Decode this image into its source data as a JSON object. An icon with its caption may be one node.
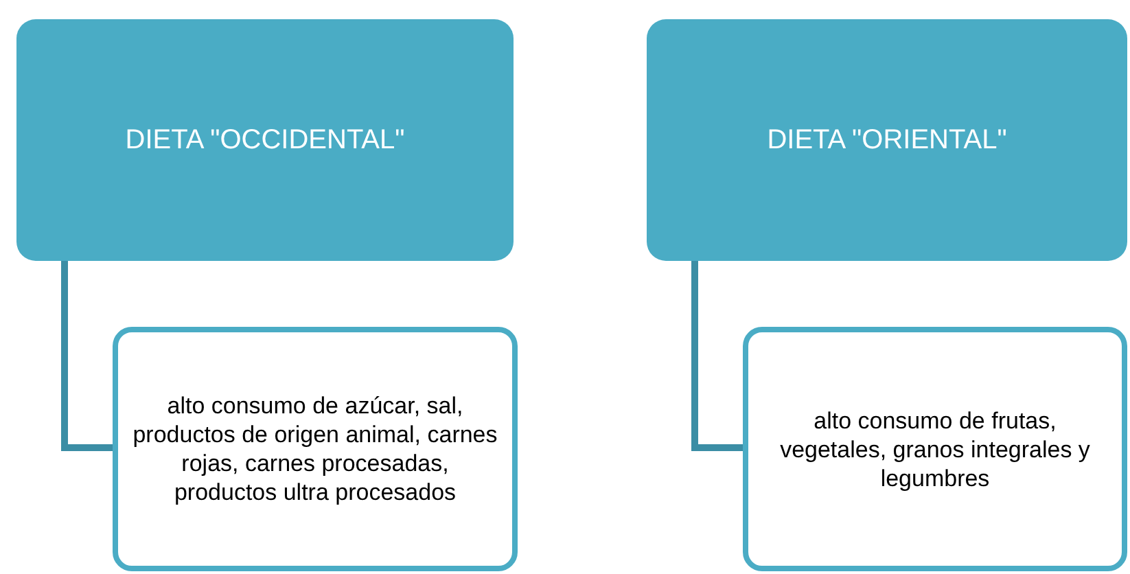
{
  "diagram": {
    "nodes": [
      {
        "text": [
          "DIETA \"OCCIDENTAL\""
        ]
      },
      {
        "text": [
          "alto consumo de azúcar, sal, productos de origen animal, carnes rojas, carnes procesadas, productos ultra procesados"
        ]
      },
      {
        "text": [
          "DIETA \"ORIENTAL\""
        ]
      },
      {
        "text": [
          "alto consumo de frutas, vegetales, granos integrales y legumbres"
        ]
      }
    ],
    "edges": [
      {
        "from": 0,
        "to": 1,
        "arrow": "none"
      },
      {
        "from": 2,
        "to": 3,
        "arrow": "none"
      }
    ]
  }
}
